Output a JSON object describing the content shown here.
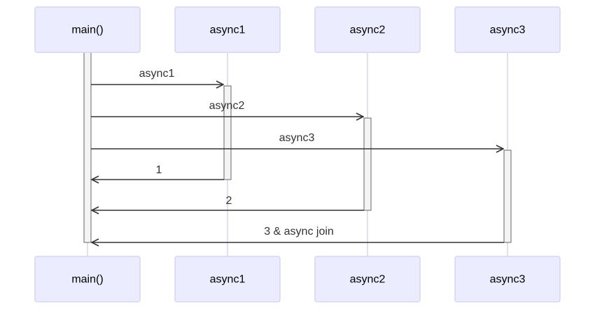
{
  "participants": [
    {
      "id": "main",
      "label": "main()"
    },
    {
      "id": "async1",
      "label": "async1"
    },
    {
      "id": "async2",
      "label": "async2"
    },
    {
      "id": "async3",
      "label": "async3"
    }
  ],
  "messages": [
    {
      "from": "main",
      "to": "async1",
      "label": "async1"
    },
    {
      "from": "main",
      "to": "async2",
      "label": "async2"
    },
    {
      "from": "main",
      "to": "async3",
      "label": "async3"
    },
    {
      "from": "async1",
      "to": "main",
      "label": "1"
    },
    {
      "from": "async2",
      "to": "main",
      "label": "2"
    },
    {
      "from": "async3",
      "to": "main",
      "label": "3 & async join"
    }
  ],
  "colors": {
    "actor_fill": "#ececff",
    "actor_border": "#d5d5f2",
    "arrow": "#333333",
    "activation_fill": "#f4f4f4"
  }
}
